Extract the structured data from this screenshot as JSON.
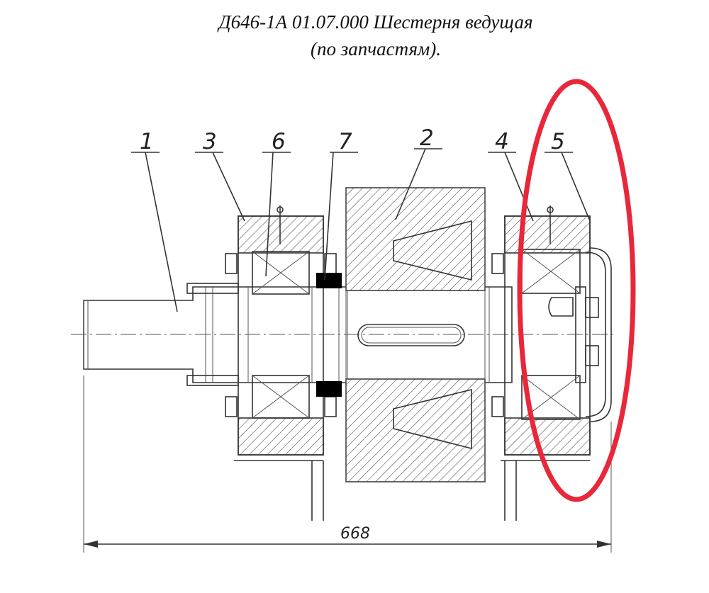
{
  "title": {
    "line1": "Д646-1А 01.07.000 Шестерня ведущая",
    "line2": "(по запчастям)."
  },
  "callouts": [
    "1",
    "3",
    "6",
    "7",
    "2",
    "4",
    "5"
  ],
  "dimension": "668",
  "highlight_color": "#e8283a"
}
